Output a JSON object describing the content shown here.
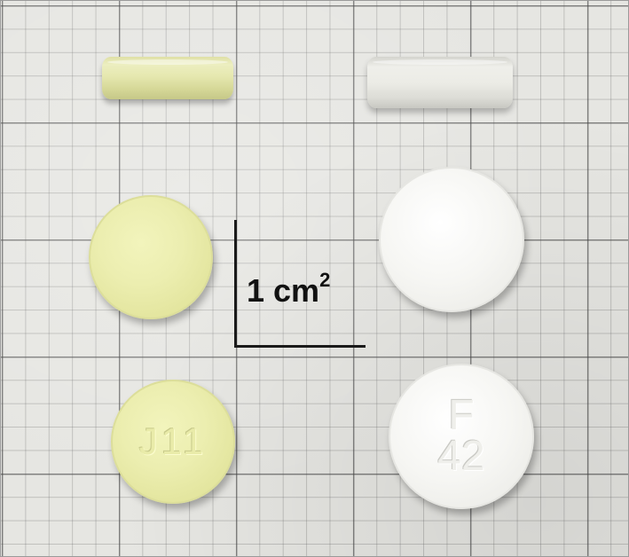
{
  "scale_marker": {
    "value": "1 cm",
    "exponent": "2"
  },
  "tablets": {
    "yellow_bottom_imprint": "J11",
    "white_bottom_imprint": "F\n42"
  },
  "colors": {
    "graph_paper": "#e6e6e2",
    "grid_lines": "#464646",
    "yellow_tablet": "#e2e49c",
    "white_tablet": "#f6f6f3",
    "scale_ink": "#111111"
  }
}
